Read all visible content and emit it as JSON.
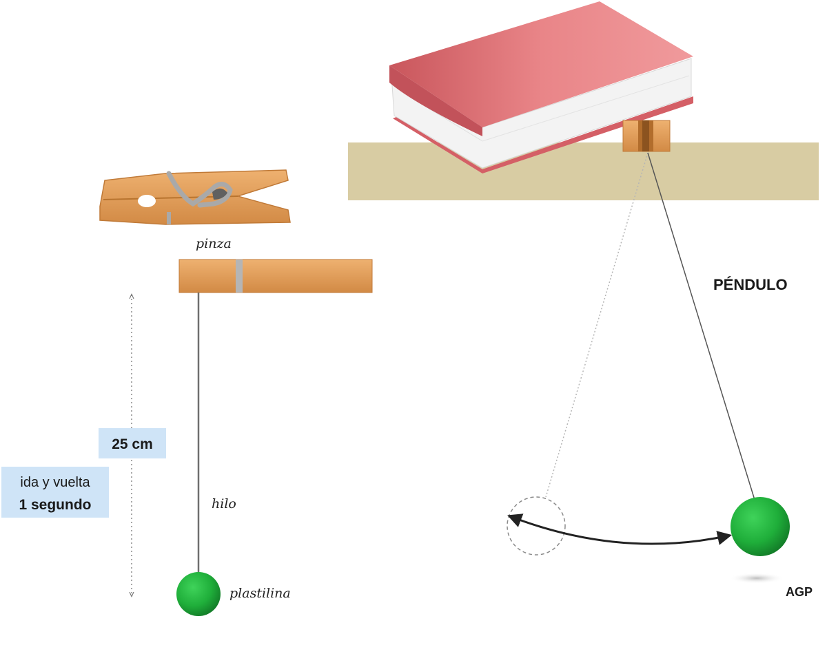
{
  "labels": {
    "clothespin": "pinza",
    "thread": "hilo",
    "clay": "plastilina",
    "pendulum_title": "PÉNDULO",
    "author": "AGP",
    "length": "25 cm",
    "period_line1": "ida y vuelta",
    "period_line2": "1 segundo"
  },
  "colors": {
    "wood": "#e3a05c",
    "wood_dark": "#c9823f",
    "shelf": "#d8cca3",
    "book_cover": "#e98588",
    "book_pages": "#f4f4f4",
    "ball": "#1fae3a",
    "label_box": "#cfe4f7"
  }
}
